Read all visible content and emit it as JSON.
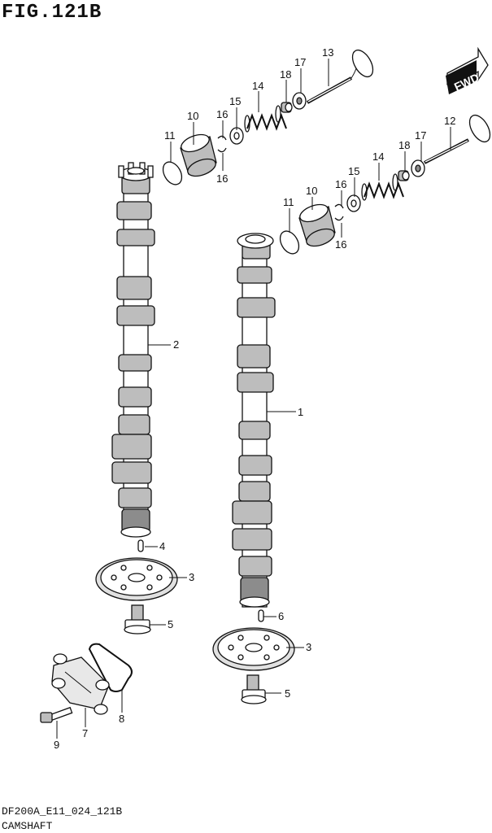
{
  "figure": {
    "title": "FIG.121B",
    "fwd_label": "FWD"
  },
  "footer": {
    "code": "DF200A_E11_024_121B",
    "name": "CAMSHAFT"
  },
  "callouts": {
    "c1": "1",
    "c2": "2",
    "c3": "3",
    "c4": "4",
    "c5": "5",
    "c6": "6",
    "c7": "7",
    "c8": "8",
    "c9": "9",
    "c10": "10",
    "c11": "11",
    "c12": "12",
    "c13": "13",
    "c14": "14",
    "c15": "15",
    "c16": "16",
    "c17": "17",
    "c18": "18"
  },
  "colors": {
    "line": "#111111",
    "shade": "#bdbdbd",
    "dark": "#8c8c8c"
  }
}
